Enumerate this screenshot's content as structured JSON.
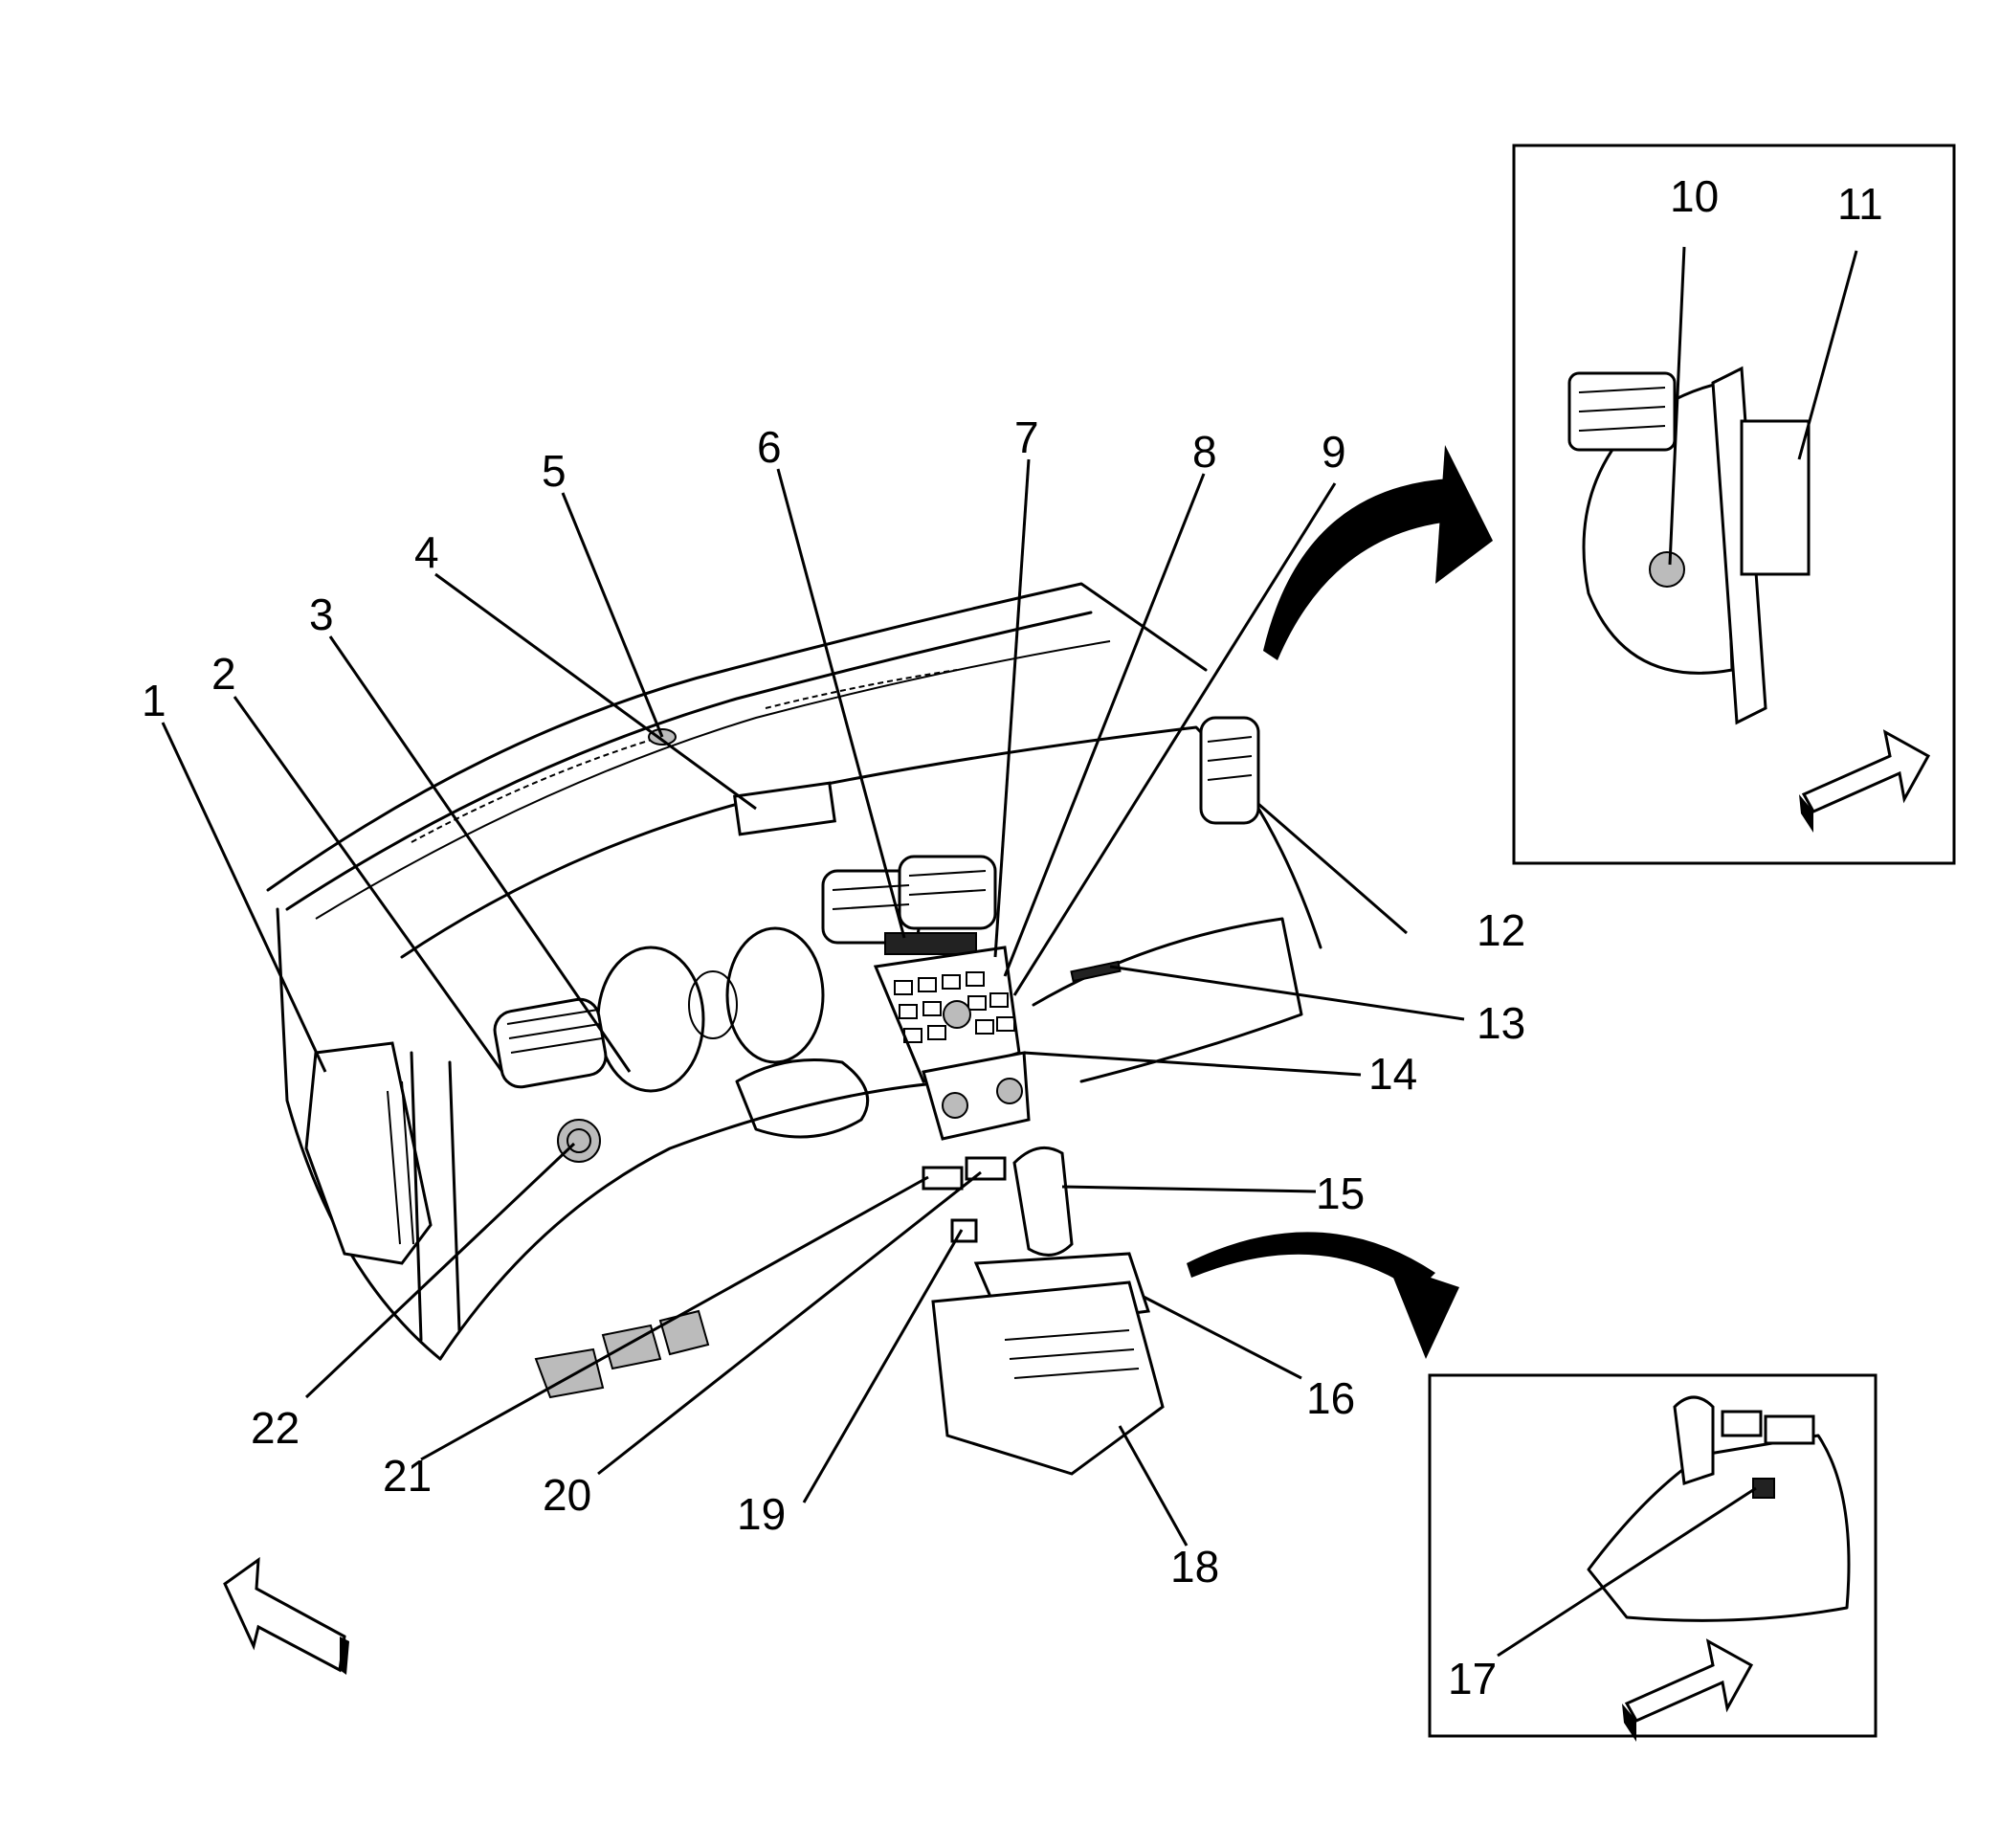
{
  "callouts": [
    {
      "id": "1",
      "label": "1"
    },
    {
      "id": "2",
      "label": "2"
    },
    {
      "id": "3",
      "label": "3"
    },
    {
      "id": "4",
      "label": "4"
    },
    {
      "id": "5",
      "label": "5"
    },
    {
      "id": "6",
      "label": "6"
    },
    {
      "id": "7",
      "label": "7"
    },
    {
      "id": "8",
      "label": "8"
    },
    {
      "id": "9",
      "label": "9"
    },
    {
      "id": "10",
      "label": "10"
    },
    {
      "id": "11",
      "label": "11"
    },
    {
      "id": "12",
      "label": "12"
    },
    {
      "id": "13",
      "label": "13"
    },
    {
      "id": "14",
      "label": "14"
    },
    {
      "id": "15",
      "label": "15"
    },
    {
      "id": "16",
      "label": "16"
    },
    {
      "id": "17",
      "label": "17"
    },
    {
      "id": "18",
      "label": "18"
    },
    {
      "id": "19",
      "label": "19"
    },
    {
      "id": "20",
      "label": "20"
    },
    {
      "id": "21",
      "label": "21"
    },
    {
      "id": "22",
      "label": "22"
    }
  ],
  "insets": [
    {
      "id": "inset-top-right",
      "callouts": [
        "10",
        "11"
      ]
    },
    {
      "id": "inset-bottom-right",
      "callouts": [
        "17"
      ]
    }
  ],
  "direction_arrows": [
    "forward-arrow-main",
    "forward-arrow-inset-top",
    "forward-arrow-inset-bottom"
  ]
}
